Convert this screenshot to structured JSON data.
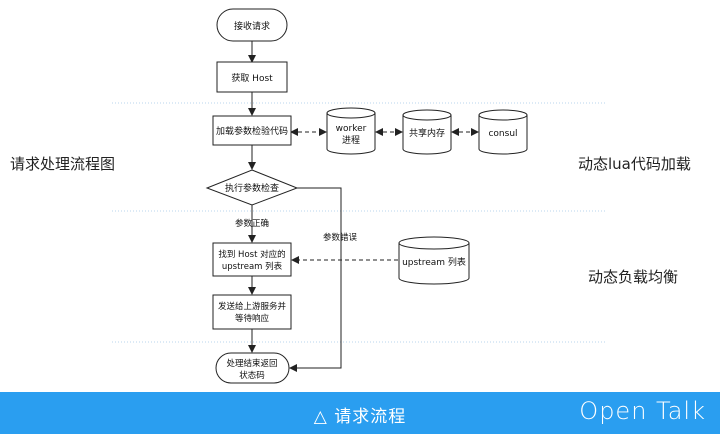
{
  "nodes": {
    "receive": "接收请求",
    "get_host": "获取 Host",
    "load_check": "加载参数检验代码",
    "worker": [
      "worker",
      "进程"
    ],
    "shared_mem": "共享内存",
    "consul": "consul",
    "exec_check": "执行参数检查",
    "find_host": [
      "找到 Host 对应的",
      "upstream 列表"
    ],
    "upstream_list": "upstream 列表",
    "send": [
      "发送给上游服务并",
      "等待响应"
    ],
    "finish": [
      "处理结束返回",
      "状态码"
    ]
  },
  "edge_labels": {
    "param_ok": "参数正确",
    "param_error": "参数错误"
  },
  "side_labels": {
    "left": "请求处理流程图",
    "right_top": "动态lua代码加载",
    "right_bottom": "动态负载均衡"
  },
  "footer": {
    "caption": "△ 请求流程",
    "brand": "Open Talk"
  },
  "colors": {
    "footer_bg": "#2a9ef0",
    "divider": "#b8d4ee",
    "shape_fill": "#ffffff",
    "stroke": "#222222"
  }
}
